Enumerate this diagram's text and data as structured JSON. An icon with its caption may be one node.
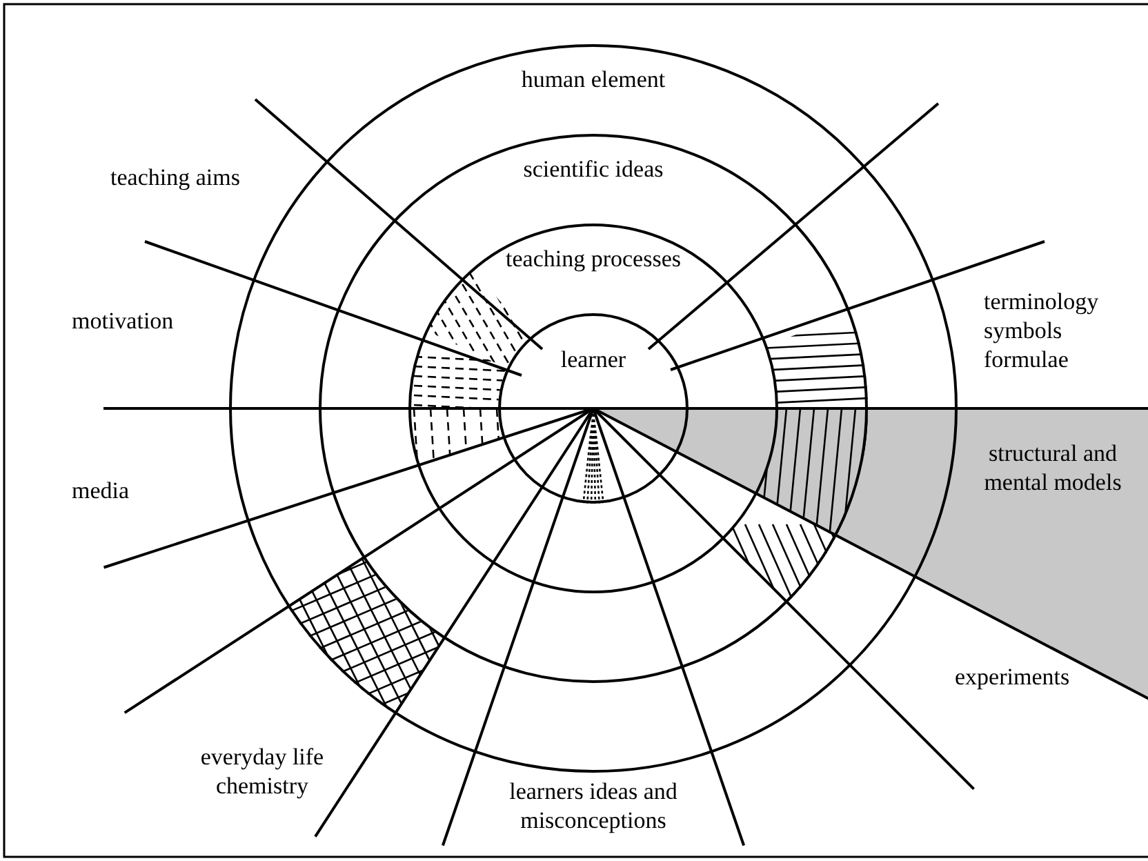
{
  "diagram": {
    "nodes": [
      {
        "text": [
          "human element"
        ]
      },
      {
        "text": [
          "scientific ideas"
        ],
        "in": 0
      },
      {
        "text": [
          "teaching processes"
        ],
        "in": 1
      },
      {
        "text": [
          "learner"
        ],
        "in": 2
      }
    ],
    "labels": [
      "teaching aims",
      "motivation",
      "terminology symbols formulae",
      "media",
      "structural and mental models",
      "experiments",
      "everyday life chemistry",
      "learners ideas and misconceptions"
    ]
  }
}
